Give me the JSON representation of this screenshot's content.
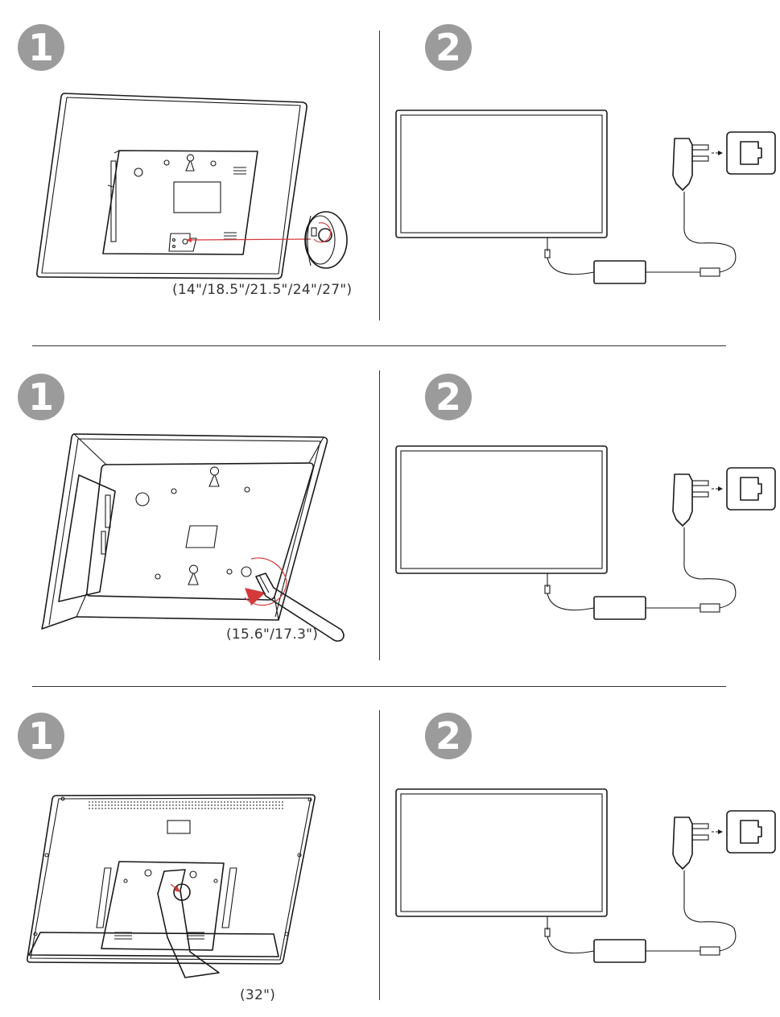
{
  "sections": [
    {
      "step1": {
        "badge": "1",
        "size_label": "(14\"/18.5\"/21.5\"/24\"/27\")"
      },
      "step2": {
        "badge": "2"
      }
    },
    {
      "step1": {
        "badge": "1",
        "size_label": "(15.6\"/17.3\")"
      },
      "step2": {
        "badge": "2"
      }
    },
    {
      "step1": {
        "badge": "1",
        "size_label": "(32\")"
      },
      "step2": {
        "badge": "2"
      }
    }
  ],
  "colors": {
    "badge": "#9b9b9b",
    "line": "#1a1a1a",
    "accent": "#d43a3a"
  },
  "icons": [
    "display-back-icon",
    "wall-mount-knob-icon",
    "monitor-icon",
    "power-adapter-icon",
    "wall-plug-icon",
    "power-outlet-icon",
    "stand-leg-icon"
  ]
}
